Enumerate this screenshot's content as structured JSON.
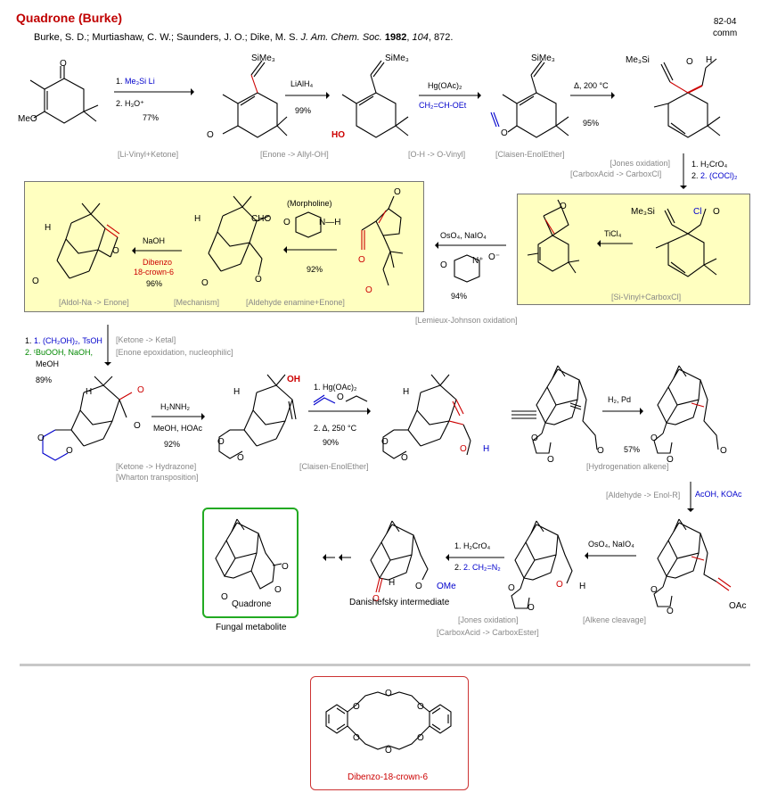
{
  "header": {
    "title": "Quadrone (Burke)",
    "code_line1": "82-04",
    "code_line2": "comm",
    "authors": "Burke, S. D.; Murtiashaw, C. W.; Saunders, J. O.; Dike, M. S. ",
    "journal": "J. Am. Chem. Soc.",
    "year": "1982",
    "volume": "104",
    "pages": ", 872."
  },
  "row1": {
    "s1_cond1": "1. ",
    "s1_reagent": "Me₃Si    Li",
    "s1_cond2": "2. H₃O⁺",
    "s1_yield": "77%",
    "s1_tag": "[Li-Vinyl+Ketone]",
    "s2_cond": "LiAlH₄",
    "s2_yield": "99%",
    "s2_tag": "[Enone -> Allyl-OH]",
    "s3_cond": "Hg(OAc)₂",
    "s3_cond2": "CH₂=CH-OEt",
    "s3_tag": "[O-H -> O-Vinyl]",
    "s4_cond": "Δ, 200 °C",
    "s4_yield": "95%",
    "s4_tag": "[Claisen-EnolEther]",
    "meo": "MeO",
    "ho": "HO",
    "sime3": "SiMe₃",
    "me3si": "Me₃Si"
  },
  "jones_tags": {
    "line1": "[Jones oxidation]",
    "line2": "[CarboxAcid -> CarboxCl]",
    "c1": "1. H₂CrO₄",
    "c2": "2. (COCl)₂"
  },
  "row2": {
    "ticl4": "TiCl₄",
    "tag_right": "[Si-Vinyl+CarboxCl]",
    "oso4": "OsO₄, NaIO₄",
    "oso4_yield": "94%",
    "lemieux": "[Lemieux-Johnson oxidation]",
    "morpholine": "(Morpholine)",
    "morph_yield": "92%",
    "naoh": "NaOH",
    "dibenzo": "Dibenzo",
    "crown": "18-crown-6",
    "naoh_yield": "96%",
    "tag_aldol": "[Aldol-Na -> Enone]",
    "tag_mech": "[Mechanism]",
    "tag_enamine": "[Aldehyde enamine+Enone]",
    "cho": "CHO",
    "cl": "Cl",
    "nh": "N—H",
    "no": "N⁺",
    "ominus": "O⁻"
  },
  "row3": {
    "k1": "1. (CH₂OH)₂, TsOH",
    "k2": "2. ᵗBuOOH, NaOH,",
    "k3": "MeOH",
    "k_yield": "89%",
    "tag_ketal": "[Ketone -> Ketal]",
    "tag_epox": "[Enone epoxidation, nucleophilic]",
    "hyd1": "H₂NNH₂",
    "hyd2": "MeOH, HOAc",
    "hyd_yield": "92%",
    "tag_hydrazone": "[Ketone -> Hydrazone]",
    "tag_wharton": "[Wharton transposition]",
    "cl1": "1. Hg(OAc)₂",
    "cl2": "2. Δ, 250 °C",
    "cl_yield": "90%",
    "tag_claisen": "[Claisen-EnolEther]",
    "h2": "H₂, Pd",
    "h2_yield": "57%",
    "tag_hydrog": "[Hydrogenation alkene]",
    "oh": "OH",
    "h": "H"
  },
  "row4": {
    "tag_enol": "[Aldehyde -> Enol-R]",
    "acoh": "AcOH, KOAc",
    "oac": "OAc",
    "cleave": "OsO₄, NaIO₄",
    "tag_cleave": "[Alkene cleavage]",
    "j1": "1. H₂CrO₄",
    "j2": "2. CH₂=N₂",
    "tag_jones": "[Jones oxidation]",
    "tag_ester": "[CarboxAcid -> CarboxEster]",
    "dani": "Danishefsky intermediate",
    "quad": "Quadrone",
    "fungal": "Fungal metabolite",
    "ome": "OMe"
  },
  "crown": {
    "label": "Dibenzo-18-crown-6"
  }
}
